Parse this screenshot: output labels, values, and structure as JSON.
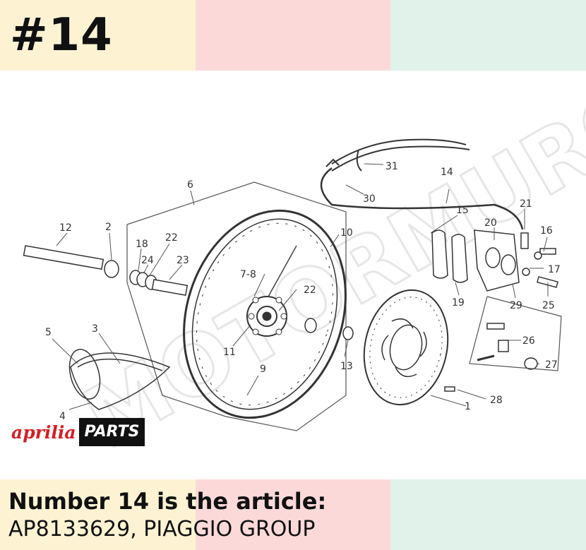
{
  "header": {
    "title": "#14"
  },
  "footer": {
    "line1": "Number 14 is the article:",
    "line2": "AP8133629, PIAGGIO GROUP"
  },
  "logo": {
    "brand": "aprilia",
    "parts": "PARTS"
  },
  "watermark": "MOTORMURCIA",
  "callouts": {
    "c1": "1",
    "c2": "2",
    "c3": "3",
    "c4": "4",
    "c5": "5",
    "c6": "6",
    "c78": "7-8",
    "c9": "9",
    "c10": "10",
    "c11": "11",
    "c12": "12",
    "c13": "13",
    "c14": "14",
    "c15": "15",
    "c16": "16",
    "c17": "17",
    "c18": "18",
    "c19": "19",
    "c20": "20",
    "c21": "21",
    "c22a": "22",
    "c22b": "22",
    "c23": "23",
    "c24": "24",
    "c25": "25",
    "c26": "26",
    "c27": "27",
    "c28": "28",
    "c29": "29",
    "c30": "30",
    "c31": "31"
  },
  "colors": {
    "band_yellow": "#fdf3d3",
    "band_pink": "#fbd9d9",
    "band_green": "#e0f2ea",
    "brand_red": "#d61e24"
  }
}
